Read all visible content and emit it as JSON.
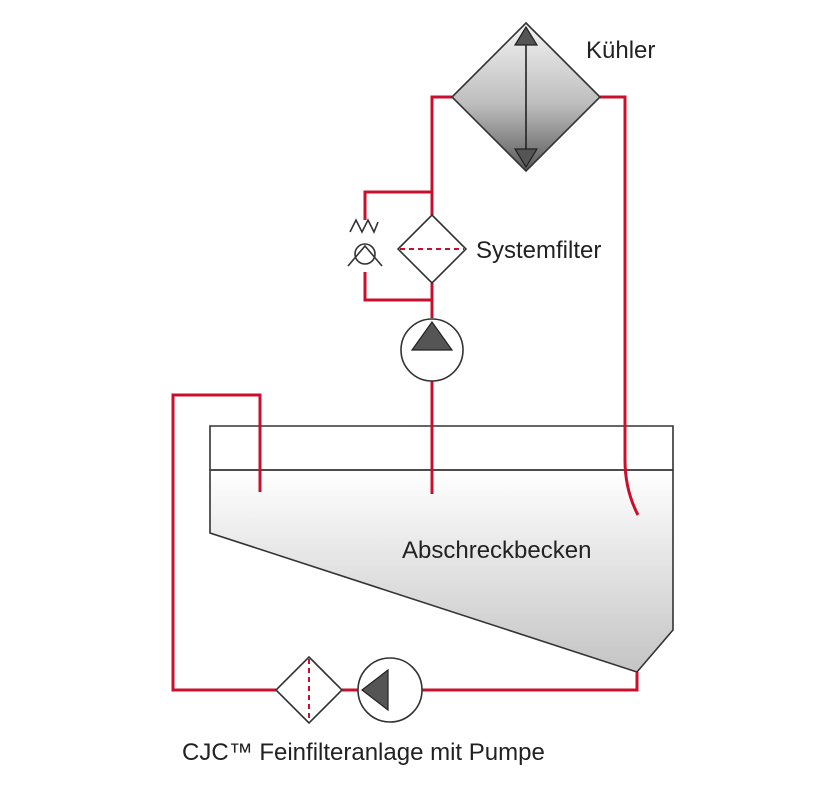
{
  "labels": {
    "cooler": "Kühler",
    "system_filter": "Systemfilter",
    "tank": "Abschreckbecken",
    "fine_filter_unit": "CJC™ Feinfilteranlage mit Pumpe"
  },
  "colors": {
    "pipe": "#c8102e",
    "outline": "#333333",
    "symbol_fill": "#555555",
    "background": "#ffffff"
  },
  "icons": {
    "cooler": "heat-exchanger-icon",
    "system_filter": "filter-icon",
    "bypass": "check-valve-icon",
    "main_pump": "pump-icon",
    "fine_filter": "filter-icon",
    "fine_pump": "pump-icon"
  }
}
